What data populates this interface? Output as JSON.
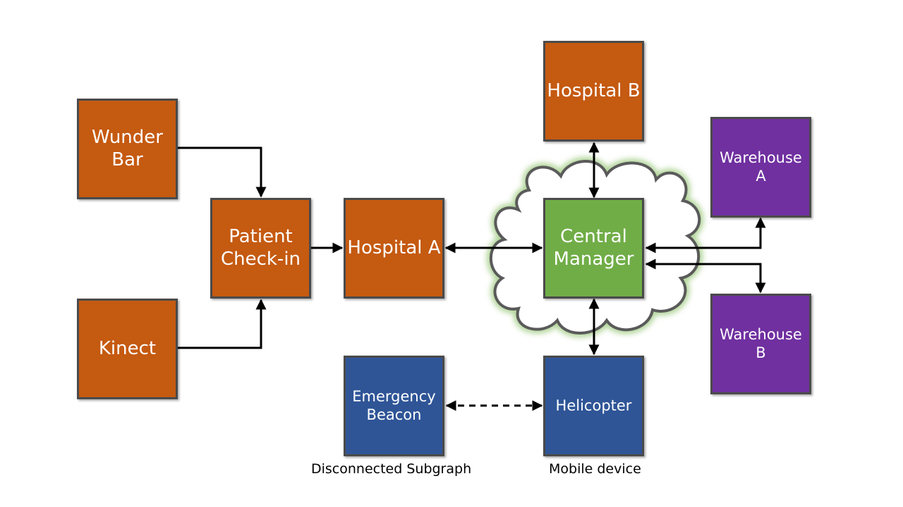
{
  "nodes": {
    "wunder_bar": "Wunder\nBar",
    "kinect": "Kinect",
    "patient_checkin": "Patient\nCheck-in",
    "hospital_a": "Hospital A",
    "hospital_b": "Hospital B",
    "central_manager": "Central\nManager",
    "warehouse_a": "Warehouse\nA",
    "warehouse_b": "Warehouse\nB",
    "emergency_beacon": "Emergency\nBeacon",
    "helicopter": "Helicopter"
  },
  "captions": {
    "disconnected": "Disconnected Subgraph",
    "mobile": "Mobile device"
  },
  "edges": [
    {
      "from": "Wunder Bar",
      "to": "Patient Check-in",
      "style": "solid",
      "direction": "one-way"
    },
    {
      "from": "Kinect",
      "to": "Patient Check-in",
      "style": "solid",
      "direction": "one-way"
    },
    {
      "from": "Patient Check-in",
      "to": "Hospital A",
      "style": "solid",
      "direction": "one-way"
    },
    {
      "from": "Hospital A",
      "to": "Central Manager",
      "style": "solid",
      "direction": "two-way"
    },
    {
      "from": "Hospital B",
      "to": "Central Manager",
      "style": "solid",
      "direction": "two-way"
    },
    {
      "from": "Central Manager",
      "to": "Warehouse A",
      "style": "solid",
      "direction": "two-way"
    },
    {
      "from": "Central Manager",
      "to": "Warehouse B",
      "style": "solid",
      "direction": "two-way"
    },
    {
      "from": "Central Manager",
      "to": "Helicopter",
      "style": "solid",
      "direction": "two-way"
    },
    {
      "from": "Emergency Beacon",
      "to": "Helicopter",
      "style": "dashed",
      "direction": "two-way"
    }
  ],
  "colors": {
    "orange": "#c55a11",
    "green": "#70ad47",
    "purple": "#7030a0",
    "blue": "#2f5597",
    "cloud_outline": "#5a5a5a",
    "cloud_glow": "#a9d08e"
  },
  "icons": [
    "cloud-shape"
  ]
}
